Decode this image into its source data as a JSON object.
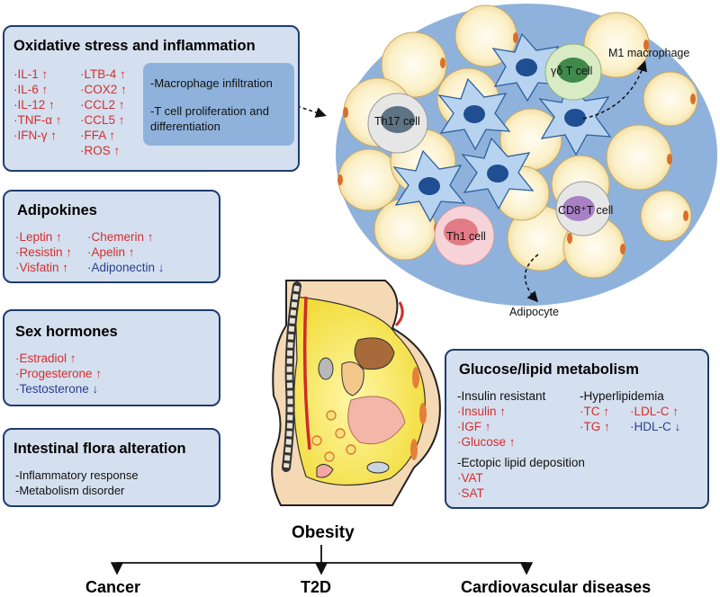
{
  "oxidative": {
    "title": "Oxidative stress and inflammation",
    "col1": [
      "·IL-1 ↑",
      "·IL-6 ↑",
      "·IL-12 ↑",
      "·TNF-α ↑",
      "·IFN-γ ↑"
    ],
    "col2": [
      "·LTB-4 ↑",
      "·COX2 ↑",
      "·CCL2 ↑",
      "·CCL5 ↑",
      "·FFA ↑",
      "·ROS ↑"
    ],
    "inner": [
      "-Macrophage infiltration",
      "-T cell proliferation and",
      "differentiation"
    ]
  },
  "adipokines": {
    "title": "Adipokines",
    "col1": [
      "·Leptin ↑",
      "·Resistin ↑",
      "·Visfatin ↑"
    ],
    "col2": [
      "·Chemerin ↑",
      "·Apelin ↑"
    ],
    "col2_down": "·Adiponectin ↓"
  },
  "sex_hormones": {
    "title": "Sex hormones",
    "up": [
      "·Estradiol ↑",
      "·Progesterone ↑"
    ],
    "down": "·Testosterone ↓"
  },
  "intestinal": {
    "title": "Intestinal flora alteration",
    "items": [
      "-Inflammatory response",
      "-Metabolism disorder"
    ]
  },
  "glucose": {
    "title": "Glucose/lipid metabolism",
    "insulin_head": "-Insulin resistant",
    "insulin_items": [
      "·Insulin ↑",
      "·IGF ↑",
      "·Glucose ↑"
    ],
    "hyper_head": "-Hyperlipidemia",
    "hyper_col1": [
      "·TC ↑",
      "·TG ↑"
    ],
    "hyper_col2_up": "·LDL-C ↑",
    "hyper_col2_down": "·HDL-C ↓",
    "ectopic_head": "-Ectopic lipid deposition",
    "ectopic_items": [
      "·VAT",
      "·SAT"
    ]
  },
  "cells": {
    "th17": "Th17 cell",
    "gd": "γδ T cell",
    "cd8": "CD8⁺T cell",
    "th1": "Th1 cell",
    "m1": "M1 macrophage",
    "adipocyte": "Adipocyte"
  },
  "center": "Obesity",
  "outcomes": [
    "Cancer",
    "T2D",
    "Cardiovascular diseases"
  ],
  "colors": {
    "box_fill": "#d4e0ef",
    "box_border": "#1f3c6e",
    "up": "#d62d2d",
    "down": "#2b3f93",
    "tissue": "#8fb2dc",
    "adipocyte": "#fbefc6",
    "macrophage": "#b7d3f0"
  }
}
